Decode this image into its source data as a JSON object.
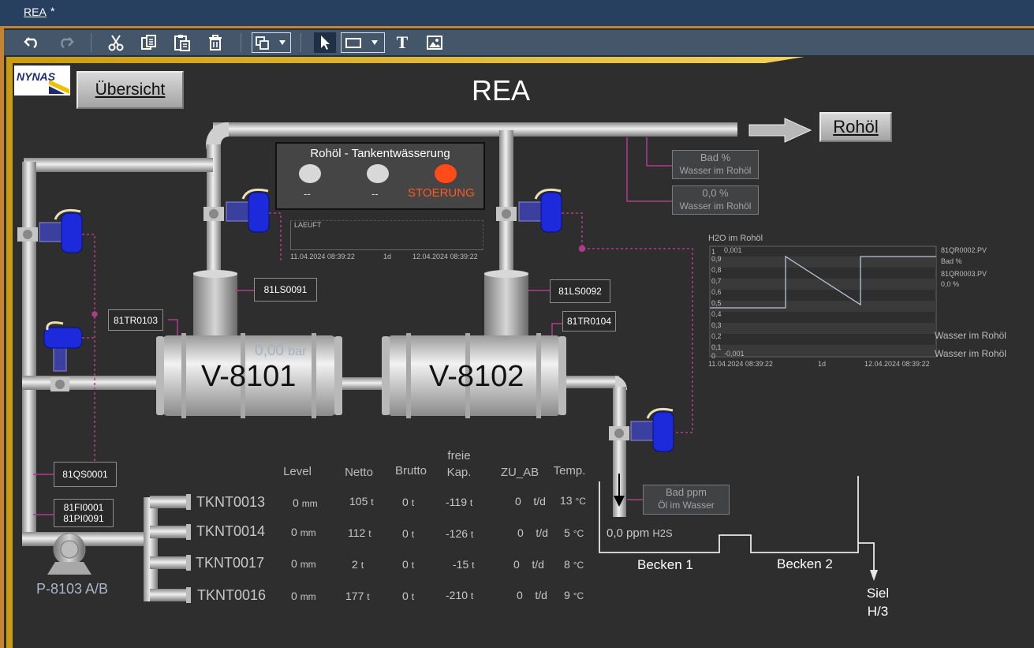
{
  "titlebar": {
    "document": "REA",
    "modified": "*"
  },
  "toolbar": {
    "undo": "undo-icon",
    "redo": "redo-icon",
    "cut": "scissors-icon",
    "copy": "copy-icon",
    "paste": "paste-icon",
    "delete": "trash-icon",
    "arrange": "arrange-icon",
    "pointer": "pointer-icon",
    "rectangle": "rectangle-icon",
    "text": "T",
    "image": "image-icon"
  },
  "header": {
    "logo": "NYNAS",
    "overview_button": "Übersicht",
    "title": "REA",
    "oil_button": "Rohöl"
  },
  "dewatering_panel": {
    "title": "Rohöl - Tankentwässerung",
    "status1": "--",
    "status2": "--",
    "status3": "STOERUNG",
    "status3_color": "#ff4a1a"
  },
  "small_trend": {
    "series": "LAEUFT",
    "start": "11.04.2024 08:39:22",
    "span": "1d",
    "end": "12.04.2024 08:39:22"
  },
  "water_boxes": [
    {
      "line1": "Bad %",
      "line2": "Wasser im Rohöl"
    },
    {
      "line1": "0,0 %",
      "line2": "Wasser im Rohöl"
    }
  ],
  "h2o_trend": {
    "title": "H2O im Rohöl",
    "y_max": "1",
    "y_top_value": "0,001",
    "y_bottom_value": "-0,001",
    "y_ticks": [
      "0,9",
      "0,8",
      "0,7",
      "0,6",
      "0,5",
      "0,4",
      "0,3",
      "0,2",
      "0,1",
      "0"
    ],
    "start": "11.04.2024 08:39:22",
    "span": "1d",
    "end": "12.04.2024 08:39:22",
    "legend": [
      {
        "tag": "81QR0002.PV",
        "value": "Bad %"
      },
      {
        "tag": "81QR0003.PV",
        "value": "0,0 %"
      }
    ],
    "axis_label_1": "Wasser im Rohöl",
    "axis_label_2": "Wasser im Rohöl"
  },
  "vessels": [
    {
      "name": "V-8101",
      "pressure": "0,00",
      "pressure_unit": "bar"
    },
    {
      "name": "V-8102"
    }
  ],
  "tags": {
    "ls1": "81LS0091",
    "ls2": "81LS0092",
    "tr1": "81TR0103",
    "tr2": "81TR0104",
    "qs": "81QS0001",
    "fi": "81FI0001",
    "pi": "81PI0091"
  },
  "pump": {
    "name": "P-8103 A/B"
  },
  "tank_table": {
    "headers": {
      "level": "Level",
      "netto": "Netto",
      "brutto": "Brutto",
      "frei_1": "freie",
      "frei_2": "Kap.",
      "zuab": "ZU_AB",
      "temp": "Temp."
    },
    "rows": [
      {
        "name": "TKNT0013",
        "level": "0",
        "level_unit": "mm",
        "netto": "105",
        "netto_unit": "t",
        "brutto": "0",
        "brutto_unit": "t",
        "frei": "-119",
        "frei_unit": "t",
        "zuab": "0",
        "zuab_unit": "t/d",
        "temp": "13",
        "temp_unit": "°C"
      },
      {
        "name": "TKNT0014",
        "level": "0",
        "level_unit": "mm",
        "netto": "112",
        "netto_unit": "t",
        "brutto": "0",
        "brutto_unit": "t",
        "frei": "-126",
        "frei_unit": "t",
        "zuab": "0",
        "zuab_unit": "t/d",
        "temp": "5",
        "temp_unit": "°C"
      },
      {
        "name": "TKNT0017",
        "level": "0",
        "level_unit": "mm",
        "netto": "2",
        "netto_unit": "t",
        "brutto": "0",
        "brutto_unit": "t",
        "frei": "-15",
        "frei_unit": "t",
        "zuab": "0",
        "zuab_unit": "t/d",
        "temp": "8",
        "temp_unit": "°C"
      },
      {
        "name": "TKNT0016",
        "level": "0",
        "level_unit": "mm",
        "netto": "177",
        "netto_unit": "t",
        "brutto": "0",
        "brutto_unit": "t",
        "frei": "-210",
        "frei_unit": "t",
        "zuab": "0",
        "zuab_unit": "t/d",
        "temp": "9",
        "temp_unit": "°C"
      }
    ]
  },
  "basin": {
    "oil_box_line1": "Bad ppm",
    "oil_box_line2": "Öl im Wasser",
    "h2s_value": "0,0 ppm",
    "h2s_unit": "H2S",
    "basin1": "Becken 1",
    "basin2": "Becken 2",
    "outlet_1": "Siel",
    "outlet_2": "H/3"
  }
}
